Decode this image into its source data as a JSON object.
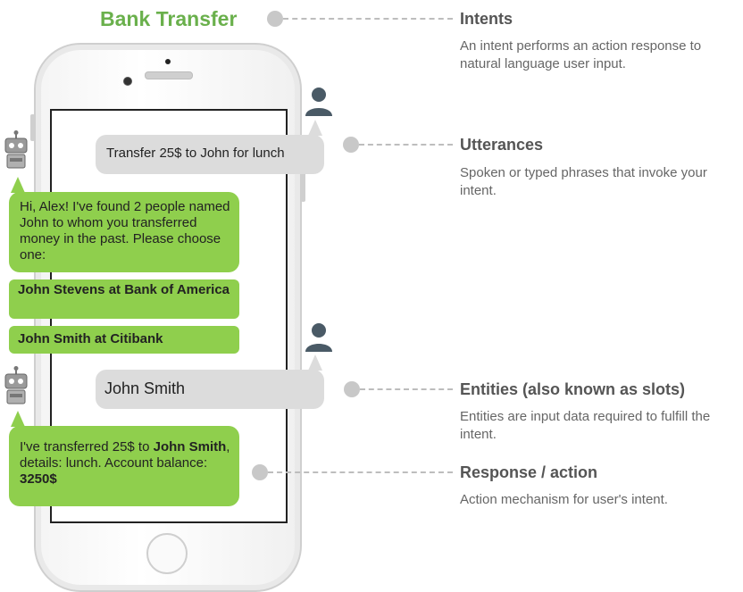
{
  "title": "Bank Transfer",
  "chat": {
    "user_message_1": "Transfer 25$ to John for lunch",
    "bot_message_1": "Hi, Alex! I've found 2 people named John to whom you transferred money in the past. Please choose one:",
    "options": [
      "John Stevens at Bank of America",
      "John Smith at Citibank"
    ],
    "user_message_2": "John Smith",
    "bot_message_2": {
      "part1": "I've transferred 25$ to ",
      "name": "John Smith",
      "part2": ", details: lunch. Account balance: ",
      "balance": "3250$"
    }
  },
  "concepts": [
    {
      "heading": "Intents",
      "description": "An intent performs an action response to natural language user input."
    },
    {
      "heading": "Utterances",
      "description": "Spoken or typed phrases that invoke your intent."
    },
    {
      "heading": "Entities (also known as slots)",
      "description": "Entities are input data required to fulfill the intent."
    },
    {
      "heading": "Response / action",
      "description": "Action mechanism for user's intent."
    }
  ],
  "colors": {
    "accent_green": "#6ab04c",
    "bot_bubble": "#8fcf4d",
    "user_bubble": "#dcdcdc"
  },
  "icons": [
    "user-avatar-icon",
    "robot-avatar-icon"
  ]
}
